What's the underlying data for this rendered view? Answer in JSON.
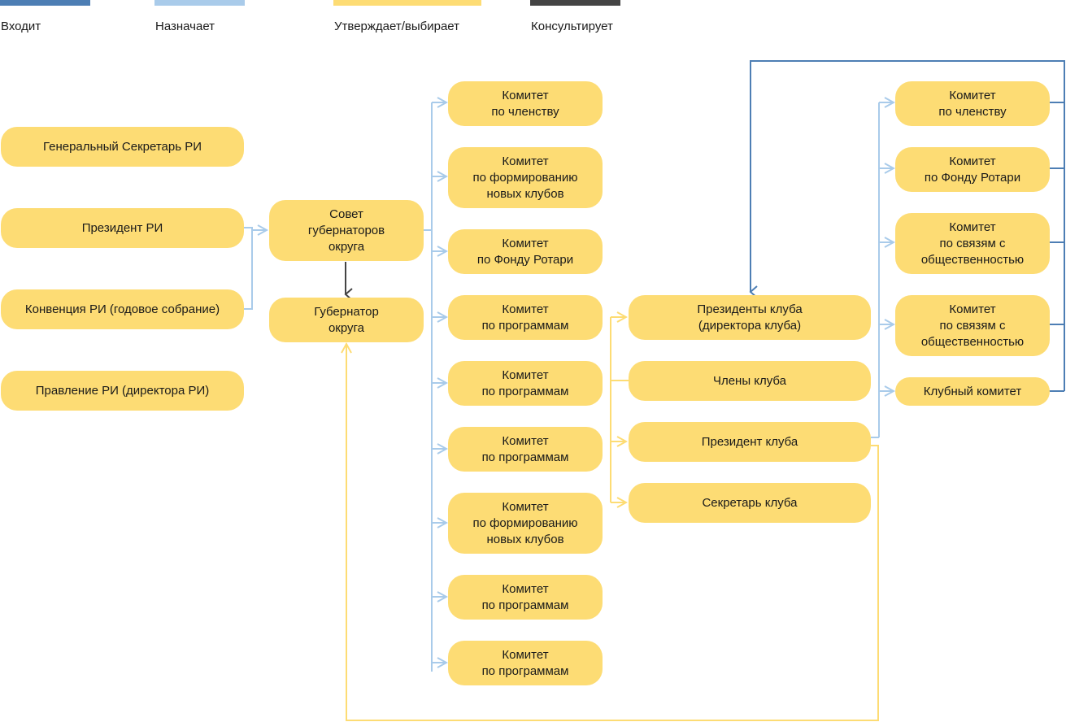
{
  "legend": {
    "enters": {
      "label": "Входит",
      "color": "#4d7eb4"
    },
    "appoints": {
      "label": "Назначает",
      "color": "#a9cbea"
    },
    "approves": {
      "label": "Утверждает/выбирает",
      "color": "#fddc74"
    },
    "consults": {
      "label": "Консультирует",
      "color": "#444444"
    }
  },
  "ri": {
    "gen_secretary": "Генеральный Секретарь РИ",
    "president": "Президент РИ",
    "convention": "Конвенция РИ (годовое собрание)",
    "board": "Правление РИ (директора РИ)"
  },
  "district": {
    "council": [
      "Совет",
      "губернаторов",
      "округа"
    ],
    "governor": [
      "Губернатор",
      "округа"
    ]
  },
  "district_committees": [
    [
      "Комитет",
      "по членству"
    ],
    [
      "Комитет",
      "по формированию",
      "новых клубов"
    ],
    [
      "Комитет",
      "по Фонду Ротари"
    ],
    [
      "Комитет",
      "по программам"
    ],
    [
      "Комитет",
      "по программам"
    ],
    [
      "Комитет",
      "по программам"
    ],
    [
      "Комитет",
      "по формированию",
      "новых клубов"
    ],
    [
      "Комитет",
      "по программам"
    ],
    [
      "Комитет",
      "по программам"
    ]
  ],
  "club": {
    "directors": [
      "Президенты клуба",
      "(директора клуба)"
    ],
    "members": "Члены клуба",
    "president": "Президент клуба",
    "secretary": "Секретарь клуба"
  },
  "club_committees": [
    [
      "Комитет",
      "по членству"
    ],
    [
      "Комитет",
      "по Фонду Ротари"
    ],
    [
      "Комитет",
      "по связям с",
      "общественностью"
    ],
    [
      "Комитет",
      "по связям с",
      "общественностью"
    ],
    [
      "Клубный комитет"
    ]
  ]
}
